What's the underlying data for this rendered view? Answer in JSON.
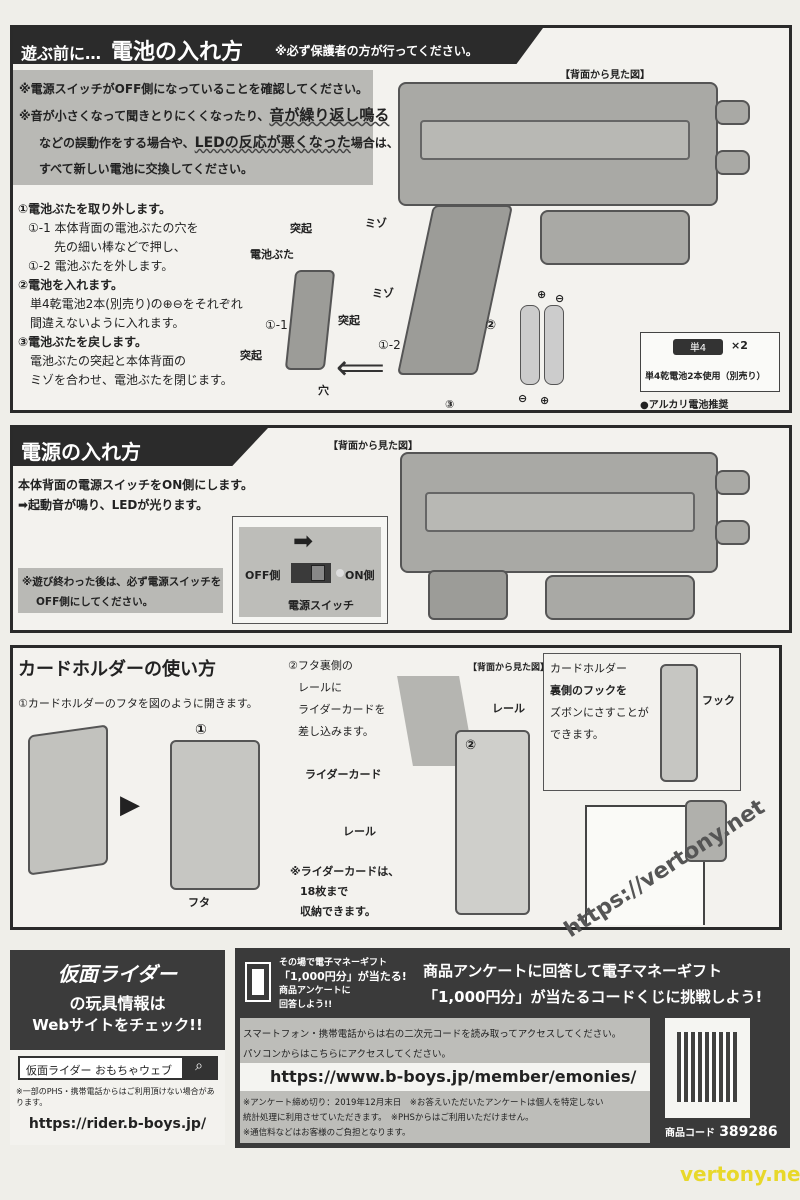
{
  "battery": {
    "title_prefix": "遊ぶ前に…",
    "title": "電池の入れ方",
    "guardian_note": "※必ず保護者の方が行ってください。",
    "view_label": "【背面から見た図】",
    "notice": [
      "※電源スイッチがOFF側になっていることを確認してください。",
      "※音が小さくなって聞きとりにくくなったり、",
      "音が繰り返し鳴る",
      "などの誤動作をする場合や、",
      "LEDの反応が悪くなった",
      "場合は、",
      "すべて新しい電池に交換してください。"
    ],
    "steps": [
      "①電池ぶたを取り外します。",
      "①-1 本体背面の電池ぶたの穴を",
      "先の細い棒などで押し、",
      "①-2 電池ぶたを外します。",
      "②電池を入れます。",
      "単4乾電池2本(別売り)の⊕⊖をそれぞれ",
      "間違えないように入れます。",
      "③電池ぶたを戻します。",
      "電池ぶたの突起と本体背面の",
      "ミゾを合わせ、電池ぶたを閉じます。"
    ],
    "labels": {
      "tokki": "突起",
      "cover": "電池ぶた",
      "step1_1": "①-1",
      "step1_2": "①-2",
      "hole": "穴",
      "mizo": "ミゾ",
      "step2": "②",
      "step3": "③",
      "plus": "⊕",
      "minus": "⊖"
    },
    "battery_box": {
      "type": "単4",
      "count": "×2",
      "desc": "単4乾電池2本使用（別売り）",
      "recommend": "●アルカリ電池推奨"
    }
  },
  "power": {
    "title": "電源の入れ方",
    "view_label": "【背面から見た図】",
    "lines": [
      "本体背面の電源スイッチをON側にします。",
      "➡起動音が鳴り、LEDが光ります。"
    ],
    "off_label": "OFF側",
    "on_label": "ON側",
    "switch_label": "電源スイッチ",
    "note": [
      "※遊び終わった後は、必ず電源スイッチを",
      "OFF側にしてください。"
    ]
  },
  "card": {
    "title": "カードホルダーの使い方",
    "step1": "①カードホルダーのフタを図のように開きます。",
    "step1_num": "①",
    "futa": "フタ",
    "step2": [
      "②フタ裏側の",
      "レールに",
      "ライダーカードを",
      "差し込みます。"
    ],
    "view_label": "【背面から見た図】",
    "rail": "レール",
    "rider_card": "ライダーカード",
    "step2_num": "②",
    "capacity": [
      "※ライダーカードは、",
      "18枚まで",
      "収納できます。"
    ],
    "hook_text": [
      "カードホルダー",
      "裏側のフックを",
      "ズボンにさすことが",
      "できます。"
    ],
    "hook": "フック"
  },
  "web": {
    "title": "仮面ライダー",
    "line2": "の玩具情報は",
    "line3": "Webサイトをチェック!!",
    "search_value": "仮面ライダー おもちゃウェブ",
    "note": "※一部のPHS・携帯電話からはご利用頂けない場合があります。",
    "url": "https://rider.b-boys.jp/"
  },
  "survey": {
    "gift": [
      "その場で電子マネーギフト",
      "「1,000円分」が当たる!",
      "商品アンケートに",
      "回答しよう!!"
    ],
    "headline1": "商品アンケートに回答して電子マネーギフト",
    "headline2": "「1,000円分」が当たるコードくじに挑戦しよう!",
    "line1": "スマートフォン・携帯電話からは右の二次元コードを読み取ってアクセスしてください。",
    "line2": "パソコンからはこちらにアクセスしてください。",
    "url": "https://www.b-boys.jp/member/emonies/",
    "notes": [
      "※アンケート締め切り：2019年12月末日　※お答えいただいたアンケートは個人を特定しない",
      "統計処理に利用させていただきます。　※PHSからはご利用いただけません。",
      "※通信料などはお客様のご負担となります。"
    ],
    "product_code_label": "商品コード",
    "product_code": "389286"
  },
  "watermark": {
    "diagonal": "https://vertony.net",
    "corner": "vertony.net"
  }
}
